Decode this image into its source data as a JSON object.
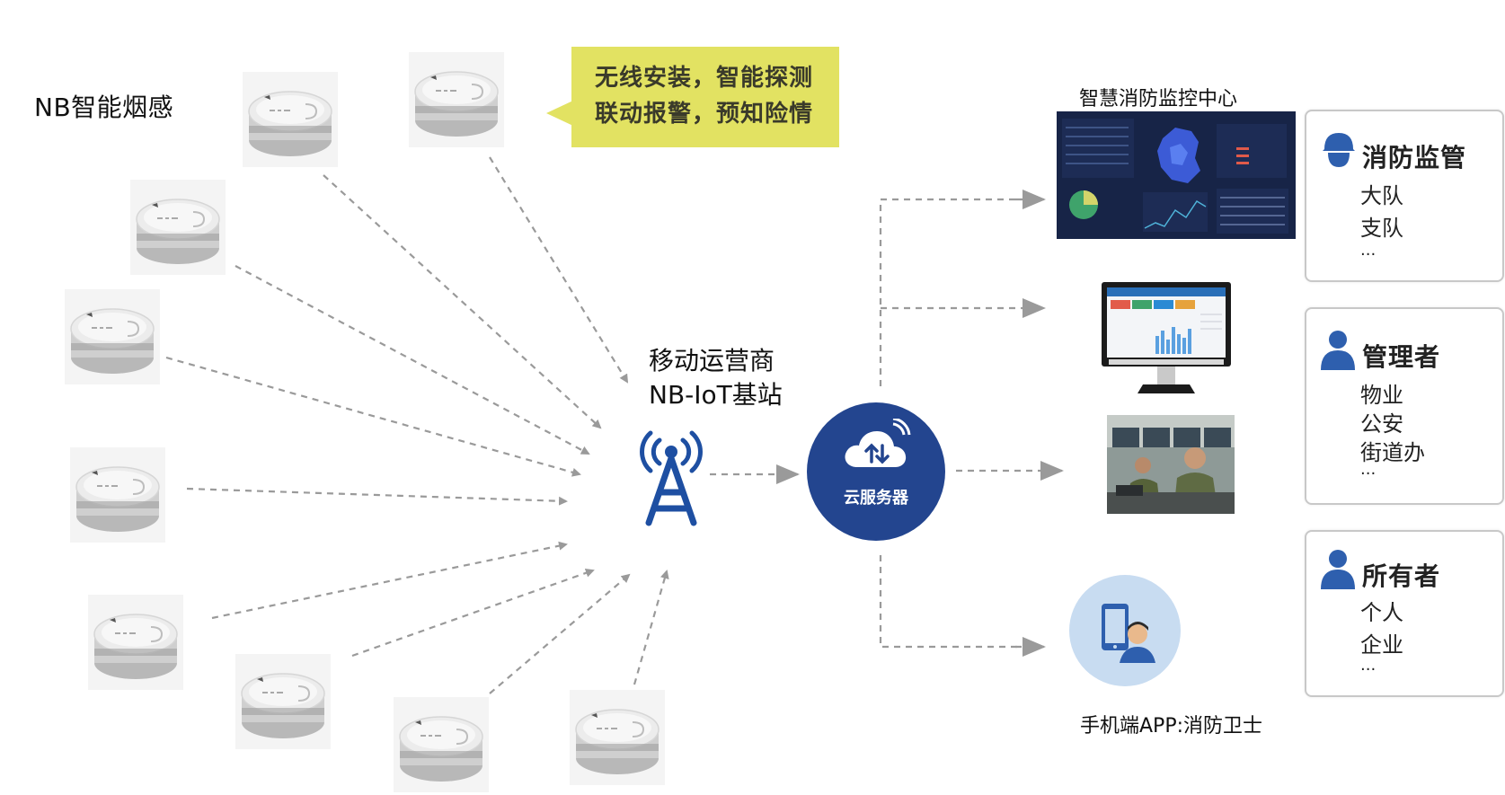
{
  "detectors_label": "NB智能烟感",
  "callout": {
    "line1": "无线安装，智能探测",
    "line2": "联动报警，预知险情"
  },
  "base_station": {
    "line1": "移动运营商",
    "line2": "NB-IoT基站"
  },
  "cloud_server": {
    "label": "云服务器"
  },
  "monitor_center": {
    "label": "智慧消防监控中心"
  },
  "mobile_app": {
    "label": "手机端APP:消防卫士"
  },
  "roles": [
    {
      "title": "消防监管",
      "items": [
        "大队",
        "支队",
        "..."
      ]
    },
    {
      "title": "管理者",
      "items": [
        "物业",
        "公安",
        "街道办",
        "..."
      ]
    },
    {
      "title": "所有者",
      "items": [
        "个人",
        "企业",
        "..."
      ]
    }
  ],
  "colors": {
    "cloud": "#23458f",
    "tower": "#1e4fa2",
    "callout": "#e2e262",
    "arrow": "#9a9a9a",
    "phone_bg": "#c8dcf1"
  },
  "icons": {
    "tower": "signal-tower-icon",
    "cloud": "cloud-upload-download-icon",
    "person": "person-icon"
  }
}
